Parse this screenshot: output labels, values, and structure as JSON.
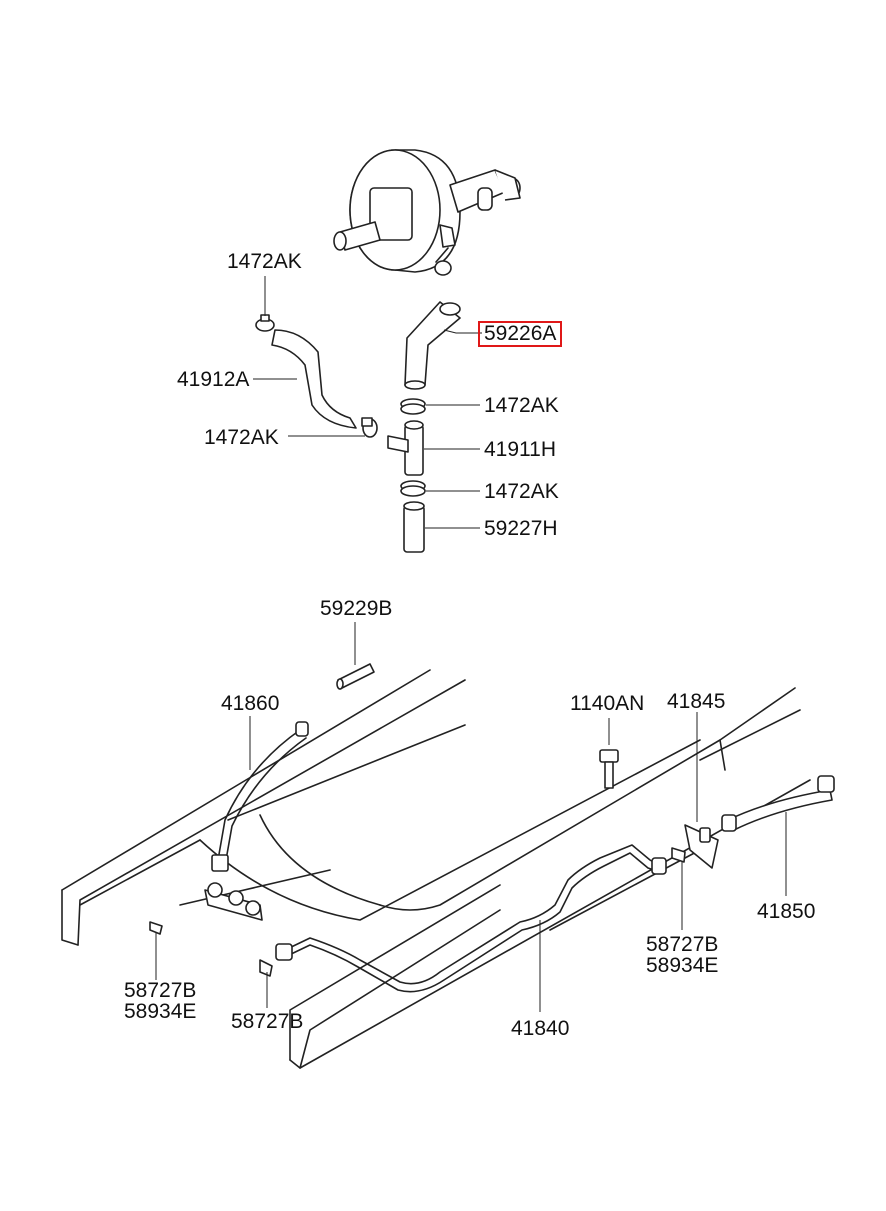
{
  "highlight_color": "#e01818",
  "labels": {
    "top_clamp_1": "1472AK",
    "hose_41912a": "41912A",
    "top_clamp_2": "1472AK",
    "hose_59226a": "59226A",
    "clamp_right_1": "1472AK",
    "tee_41911h": "41911H",
    "clamp_right_2": "1472AK",
    "hose_59227h": "59227H",
    "pin_59229b": "59229B",
    "pipe_41860": "41860",
    "bolt_1140an": "1140AN",
    "bracket_41845": "41845",
    "hose_41850": "41850",
    "clip_right_a": "58727B",
    "clip_right_b": "58934E",
    "clip_left_a": "58727B",
    "clip_left_b": "58934E",
    "clip_center": "58727B",
    "pipe_41840": "41840"
  }
}
